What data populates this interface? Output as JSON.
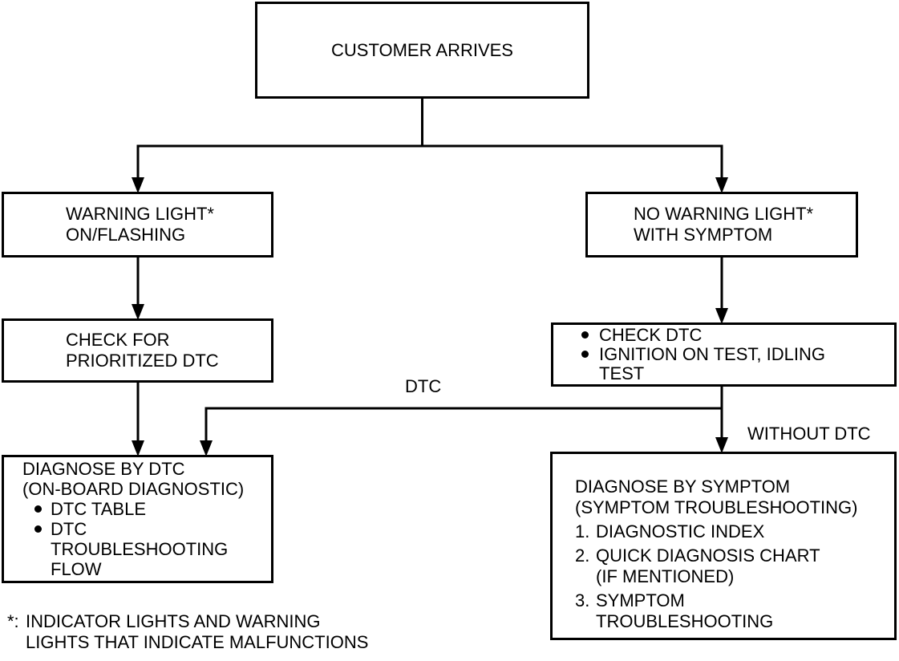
{
  "boxes": {
    "customer_arrives": {
      "lines": [
        "CUSTOMER ARRIVES"
      ]
    },
    "warning_light": {
      "lines": [
        "WARNING LIGHT*",
        "ON/FLASHING"
      ]
    },
    "no_warning_light": {
      "lines": [
        "NO WARNING LIGHT*",
        "WITH SYMPTOM"
      ]
    },
    "check_prioritized_dtc": {
      "lines": [
        "CHECK FOR",
        "PRIORITIZED DTC"
      ]
    },
    "check_dtc": {
      "bullet_items": [
        {
          "lines": [
            "CHECK DTC"
          ]
        },
        {
          "lines": [
            "IGNITION ON TEST, IDLING",
            "TEST"
          ]
        }
      ]
    },
    "diagnose_by_dtc": {
      "lines": [
        "DIAGNOSE BY DTC",
        "(ON-BOARD DIAGNOSTIC)"
      ],
      "bullet_items": [
        {
          "lines": [
            "DTC TABLE"
          ]
        },
        {
          "lines": [
            "DTC",
            "TROUBLESHOOTING",
            "FLOW"
          ]
        }
      ]
    },
    "diagnose_by_symptom": {
      "lines": [
        "DIAGNOSE BY SYMPTOM",
        "(SYMPTOM TROUBLESHOOTING)"
      ],
      "numbered_items": [
        {
          "num": "1.",
          "lines": [
            "DIAGNOSTIC INDEX"
          ]
        },
        {
          "num": "2.",
          "lines": [
            "QUICK DIAGNOSIS CHART",
            "(IF MENTIONED)"
          ]
        },
        {
          "num": "3.",
          "lines": [
            "SYMPTOM",
            "TROUBLESHOOTING"
          ]
        }
      ]
    }
  },
  "edge_labels": {
    "dtc": "DTC",
    "without_dtc": "WITHOUT DTC"
  },
  "footnote": {
    "marker": "*:",
    "lines": [
      "INDICATOR LIGHTS AND WARNING",
      "LIGHTS THAT INDICATE MALFUNCTIONS"
    ]
  },
  "colors": {
    "line": "#000000",
    "background": "#ffffff",
    "text": "#000000"
  }
}
